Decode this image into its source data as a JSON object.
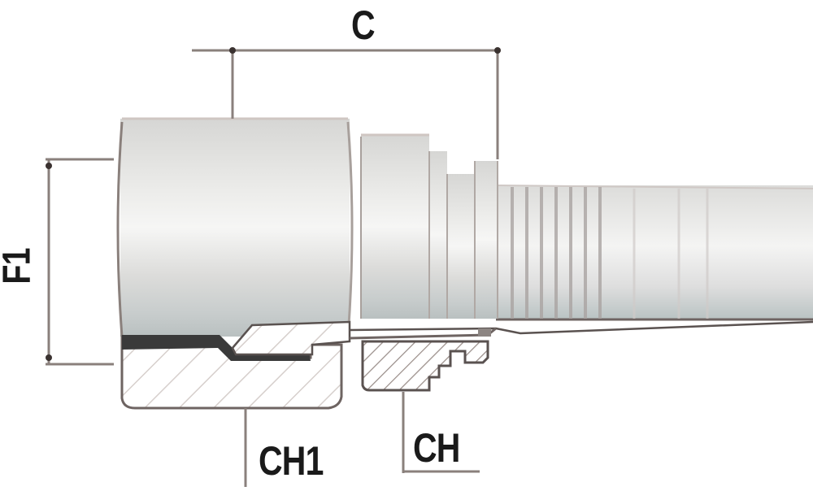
{
  "diagram": {
    "type": "technical-drawing",
    "subject": "hose fitting (female swivel nut with crimp ferrule and barbed hose tail), partial cross-section",
    "dimensions": {
      "c": "C",
      "f1": "F1",
      "ch1": "CH1",
      "ch": "CH"
    },
    "colors": {
      "background": "#ffffff",
      "metal_light": "#e6e6e4",
      "metal_mid": "#d3d3d1",
      "metal_shadow": "#b9c0c0",
      "outline": "#6e6462",
      "dim_line": "#8a807c",
      "section_dark": "#3a3a3a",
      "hatch": "#9a8e8a",
      "text": "#1a1a1a"
    }
  }
}
